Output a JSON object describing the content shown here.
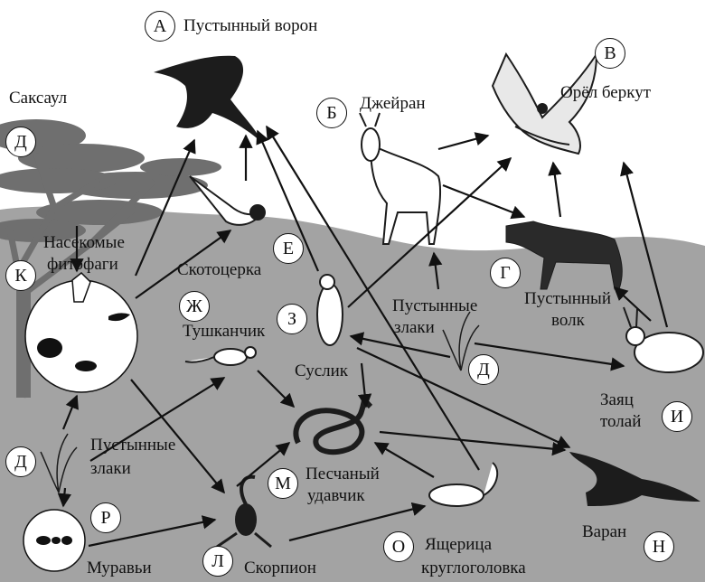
{
  "organisms": {
    "raven": {
      "letter": "А",
      "name": "Пустынный ворон"
    },
    "gazelle": {
      "letter": "Б",
      "name": "Джейран"
    },
    "eagle": {
      "letter": "В",
      "name": "Орёл беркут"
    },
    "wolf": {
      "letter": "Г",
      "name": "Пустынный волк"
    },
    "saxaul": {
      "letter": "Д",
      "name": "Саксаул"
    },
    "grass_mid": {
      "letter": "Д",
      "name": "Пустынные злаки"
    },
    "grass_left": {
      "letter": "Д",
      "name": "Пустынные злаки"
    },
    "warbler": {
      "letter": "Е",
      "name": "Скотоцерка"
    },
    "jerboa": {
      "letter": "Ж",
      "name": "Тушканчик"
    },
    "gopher": {
      "letter": "З",
      "name": "Суслик"
    },
    "hare": {
      "letter": "И",
      "name": "Заяц толай"
    },
    "insects": {
      "letter": "К",
      "name": "Насекомые фитофаги"
    },
    "scorpion": {
      "letter": "Л",
      "name": "Скорпион"
    },
    "boa": {
      "letter": "М",
      "name": "Песчаный удавчик"
    },
    "monitor": {
      "letter": "Н",
      "name": "Варан"
    },
    "lizard": {
      "letter": "О",
      "name": "Ящерица круглоголовка"
    },
    "ants": {
      "letter": "Р",
      "name": "Муравьи"
    }
  },
  "labels": {
    "wolf_l1": "Пустынный",
    "wolf_l2": "волк",
    "grass_l1": "Пустынные",
    "grass_l2": "злаки",
    "hare_l1": "Заяц",
    "hare_l2": "толай",
    "insects_l1": "Насекомые",
    "insects_l2": "фитофаги",
    "boa_l1": "Песчаный",
    "boa_l2": "удавчик",
    "lizard_l1": "Ящерица",
    "lizard_l2": "круглоголовка"
  },
  "colors": {
    "ground": "#a3a3a3",
    "tree": "#6f6f6f",
    "animal": "#1c1c1c",
    "arrow": "#111111"
  }
}
